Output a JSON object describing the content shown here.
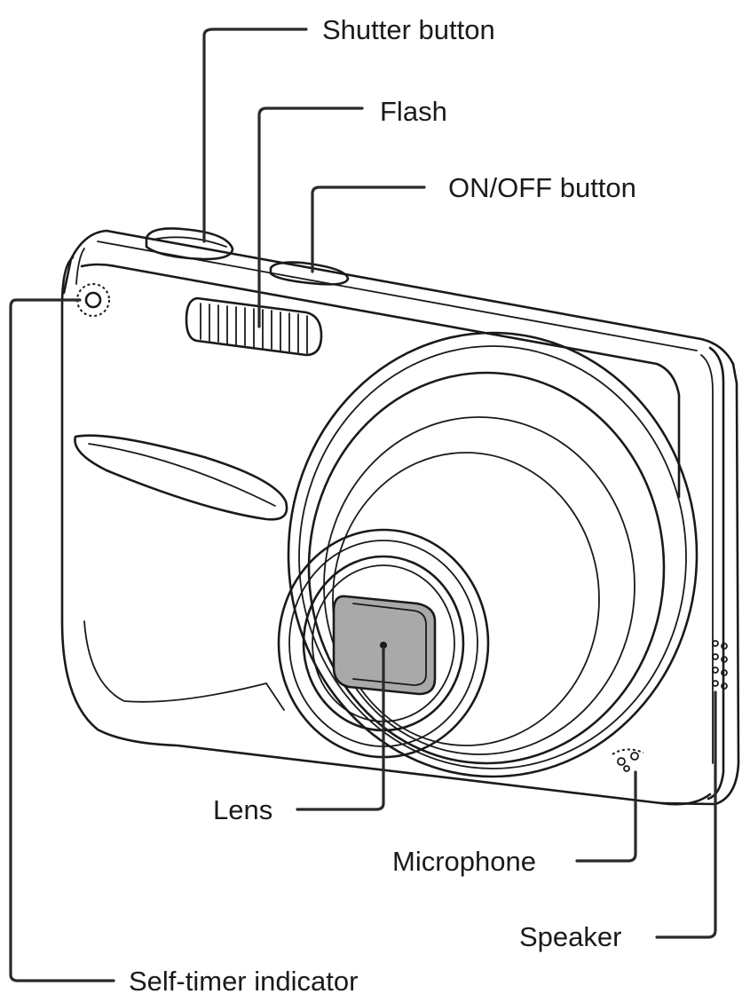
{
  "labels": {
    "shutter": "Shutter button",
    "flash": "Flash",
    "onoff": "ON/OFF button",
    "lens": "Lens",
    "microphone": "Microphone",
    "speaker": "Speaker",
    "selftimer": "Self-timer indicator"
  },
  "colors": {
    "ink": "#1a1a1a",
    "lens_glass": "#a9a9a9",
    "background": "#ffffff"
  }
}
